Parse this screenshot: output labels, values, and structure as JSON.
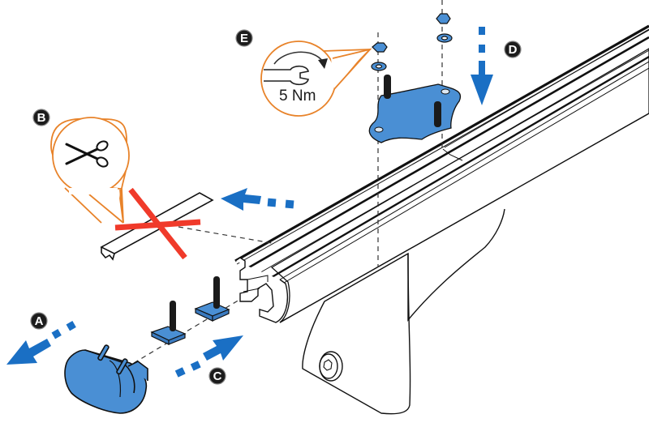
{
  "diagram": {
    "type": "exploded-assembly-instruction",
    "colors": {
      "part_fill": "#4a8fd4",
      "arrow": "#1a6fc4",
      "callout": "#e8832a",
      "cross": "#f03a2a",
      "line": "#111111",
      "badge": "#1c1c1c"
    },
    "steps": [
      {
        "id": "A",
        "label": "A",
        "action": "remove-end-cap"
      },
      {
        "id": "B",
        "label": "B",
        "action": "remove-cover-strip"
      },
      {
        "id": "C",
        "label": "C",
        "action": "insert-t-bolts"
      },
      {
        "id": "D",
        "label": "D",
        "action": "lower-mounting-plate"
      },
      {
        "id": "E",
        "label": "E",
        "action": "tighten-nuts"
      }
    ],
    "callouts": {
      "torque": {
        "value": "5 Nm",
        "icon": "wrench-icon",
        "direction": "clockwise-arrow-icon"
      },
      "no_cut": {
        "icon": "scissors-icon",
        "status": "prohibited"
      }
    },
    "parts": [
      "end-cap",
      "t-bolt",
      "t-bolt",
      "cover-strip",
      "mounting-plate",
      "nut",
      "washer",
      "nut",
      "washer",
      "roof-bar",
      "foot"
    ]
  }
}
